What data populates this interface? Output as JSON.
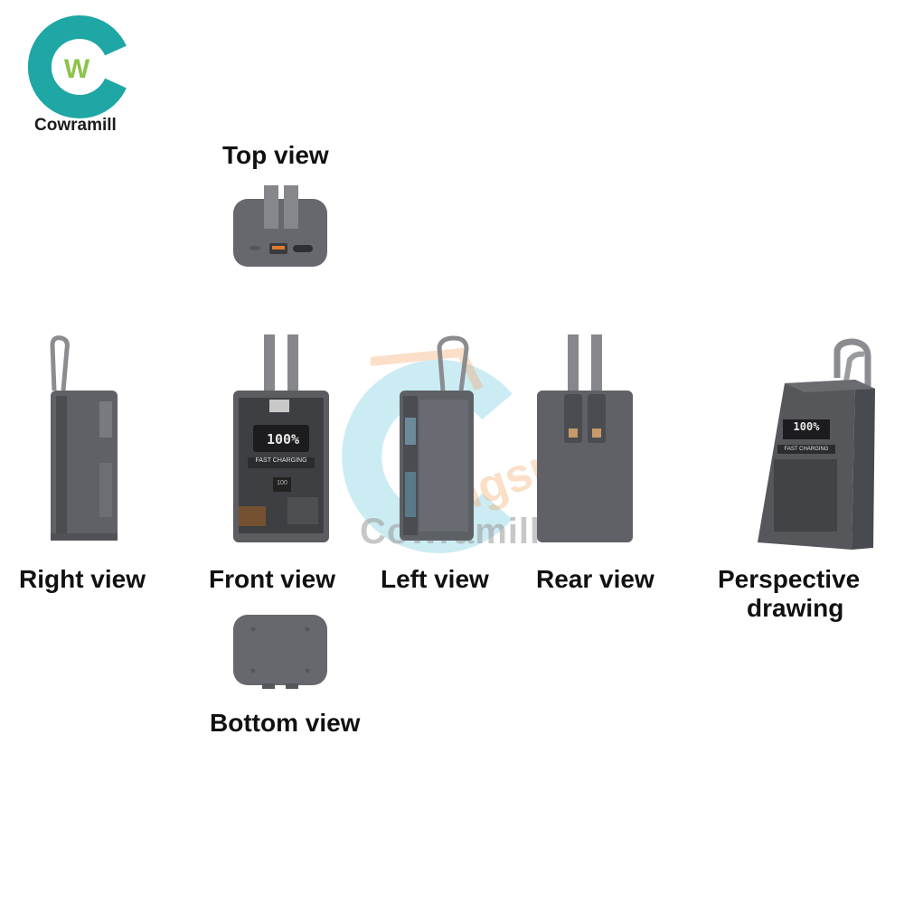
{
  "brand": {
    "name": "Cowramill",
    "logo_letter": "W",
    "logo_color": "#1ea7a4",
    "logo_accent": "#8bc34a"
  },
  "watermark": {
    "text": "Cowramill",
    "arc_text": "ngspace"
  },
  "views": {
    "top": "Top view",
    "right": "Right view",
    "front": "Front view",
    "left": "Left view",
    "rear": "Rear view",
    "perspective_line1": "Perspective",
    "perspective_line2": "drawing",
    "bottom": "Bottom view"
  },
  "device": {
    "display_value": "100",
    "display_unit": "%",
    "panel_label": "FAST CHARGING",
    "chip_label": "100",
    "body_color": "#5f6166",
    "cable_color": "#8a8c90"
  }
}
